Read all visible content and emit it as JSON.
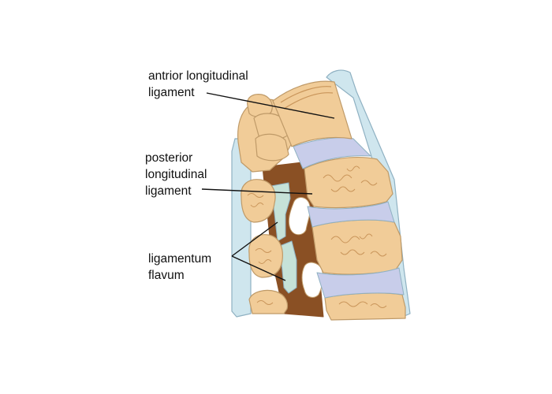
{
  "labels": {
    "anterior": [
      "antrior longitudinal",
      "ligament"
    ],
    "posterior": [
      "posterior",
      "longitudinal",
      "ligament"
    ],
    "flavum": [
      "ligamentum",
      "flavum"
    ]
  },
  "colors": {
    "bone": "#f1cc98",
    "bone_stroke": "#bf9a68",
    "trabecular": "#c9955a",
    "disc": "#c8cdea",
    "ligament": "#cfe6ee",
    "ligament_stroke": "#8fb1c2",
    "canal": "#8a5024",
    "flavum": "#c6e2d8",
    "leader": "#111111"
  }
}
